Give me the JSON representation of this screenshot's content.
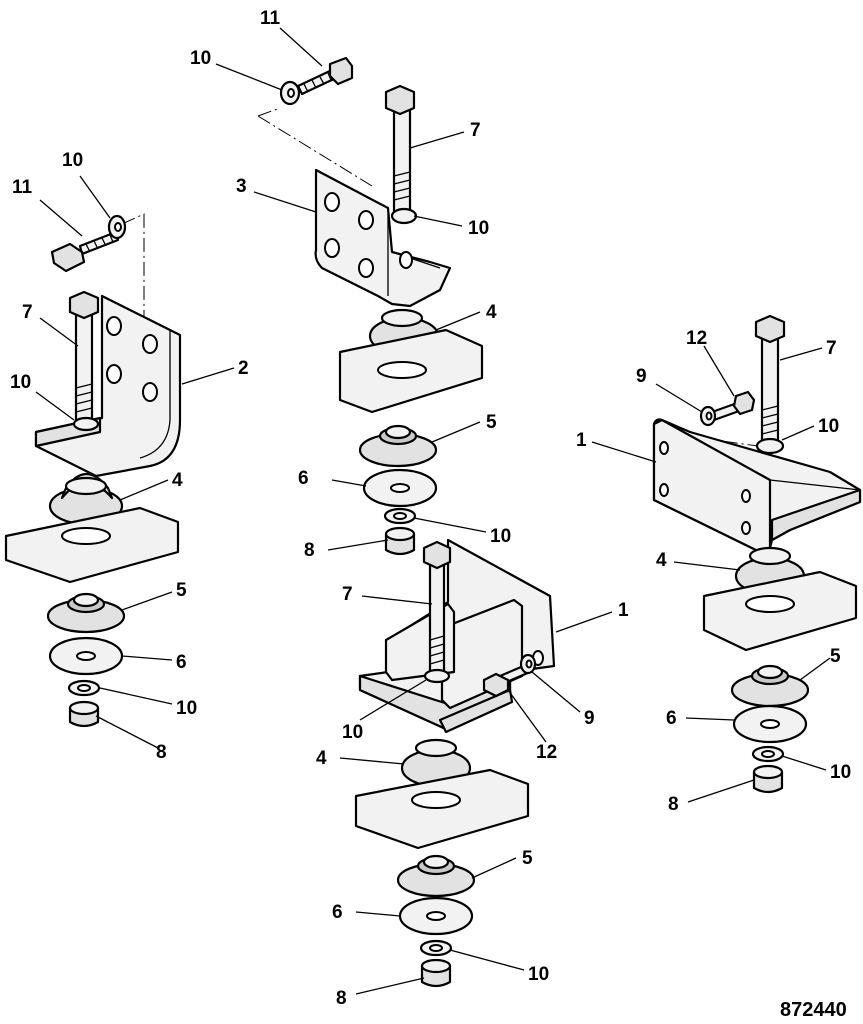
{
  "drawing_number": "872440",
  "callouts": [
    "1",
    "2",
    "3",
    "4",
    "5",
    "6",
    "7",
    "8",
    "9",
    "10",
    "11",
    "12"
  ]
}
